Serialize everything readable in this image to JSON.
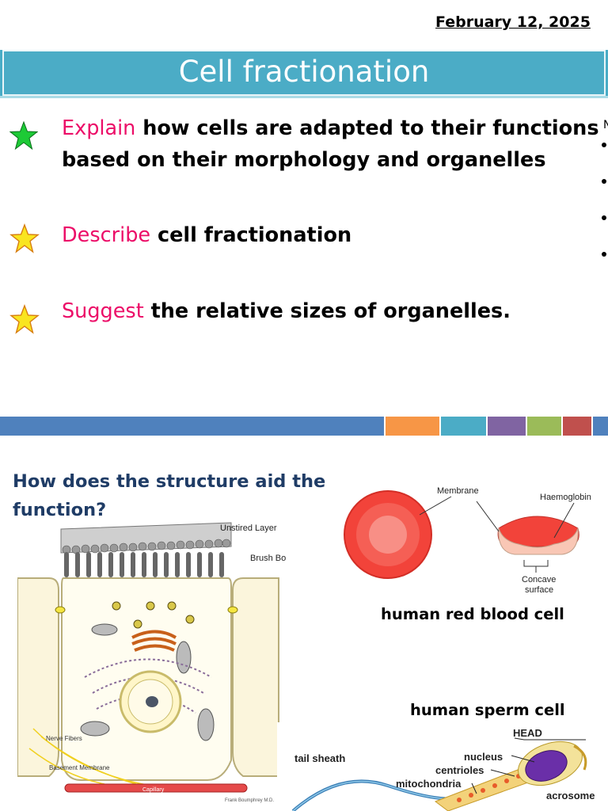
{
  "date": "February 12, 2025",
  "title": "Cell fractionation",
  "objectives": [
    {
      "verb": "Explain",
      "line1": " how cells are adapted to their functions",
      "line2": "based on their morphology and organelles",
      "star_color": "#17c63f"
    },
    {
      "verb": "Describe",
      "line1": " cell fractionation",
      "star_color": "#f7e624"
    },
    {
      "verb": "Suggest",
      "line1": " the relative sizes of organelles.",
      "star_color": "#f7e624"
    }
  ],
  "edge_char": "N",
  "colors": {
    "title_bg": "#4bacc6",
    "verb": "#ec0e68",
    "question": "#1f3c66"
  },
  "question": "How does the structure aid the function?",
  "epithelial_labels": {
    "unstired": "Unstired Layer",
    "brush": "Brush Border",
    "nerve": "Nerve Fibers",
    "basement": "Basement Membrane",
    "capillary": "Capillary",
    "credit": "Frank Boumphrey M.D."
  },
  "rbc_labels": {
    "membrane": "Membrane",
    "haemoglobin": "Haemoglobin",
    "concave1": "Concave",
    "concave2": "surface"
  },
  "rbc_caption": "human red blood cell",
  "sperm_caption": "human sperm cell",
  "sperm_labels": {
    "head": "HEAD",
    "tail": "tail sheath",
    "nucleus": "nucleus",
    "centrioles": "centrioles",
    "mito": "mitochondria",
    "acrosome": "acrosome"
  }
}
